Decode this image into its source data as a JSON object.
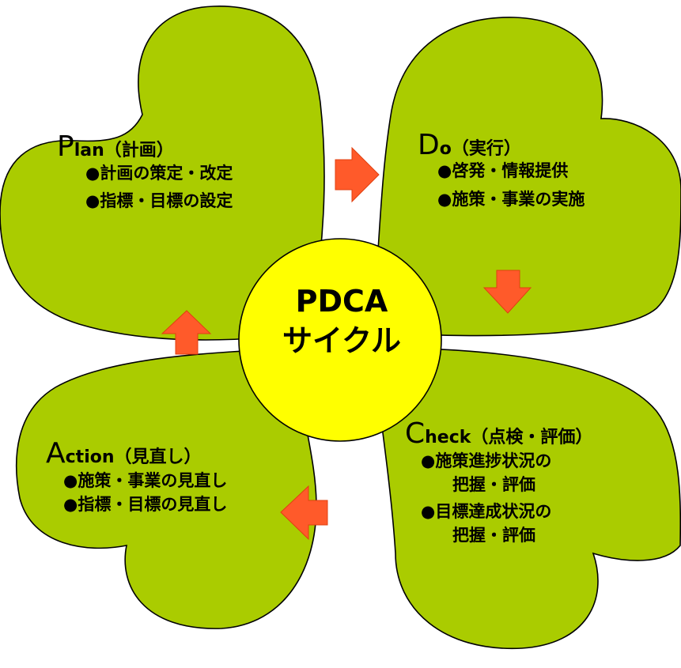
{
  "center": {
    "line1": "PDCA",
    "line2": "サイクル"
  },
  "plan": {
    "initial": "P",
    "title_rest": "lan（計画）",
    "items": [
      "●計画の策定・改定",
      "●指標・目標の設定"
    ]
  },
  "do": {
    "initial": "D",
    "title_rest": "o（実行）",
    "items": [
      "●啓発・情報提供",
      "●施策・事業の実施"
    ]
  },
  "check": {
    "initial": "C",
    "title_rest": "heck（点検・評価）",
    "items": [
      "●施策進捗状況の",
      "把握・評価",
      "●目標達成状況の",
      "把握・評価"
    ]
  },
  "action": {
    "initial": "A",
    "title_rest": "ction（見直し）",
    "items": [
      "●施策・事業の見直し",
      "●指標・目標の見直し"
    ]
  },
  "colors": {
    "leaf": "#aacc00",
    "center": "#ffff00",
    "arrow": "#ff5a2a"
  }
}
